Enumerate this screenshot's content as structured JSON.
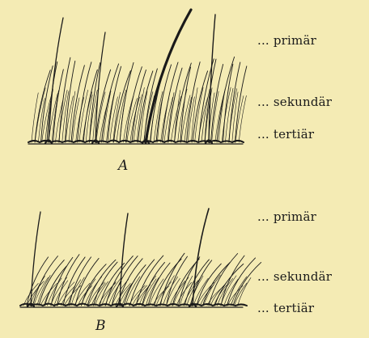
{
  "panels": [
    {
      "id": "A",
      "letter": "A",
      "labels": {
        "primary": "... primär",
        "secondary": "... sekundär",
        "tertiary": "... tertiär"
      }
    },
    {
      "id": "B",
      "letter": "B",
      "labels": {
        "primary": "... primär",
        "secondary": "... sekundär",
        "tertiary": "... tertiär"
      }
    }
  ],
  "colors": {
    "background": "#f4ebb4",
    "ink": "#1a1a1a"
  }
}
